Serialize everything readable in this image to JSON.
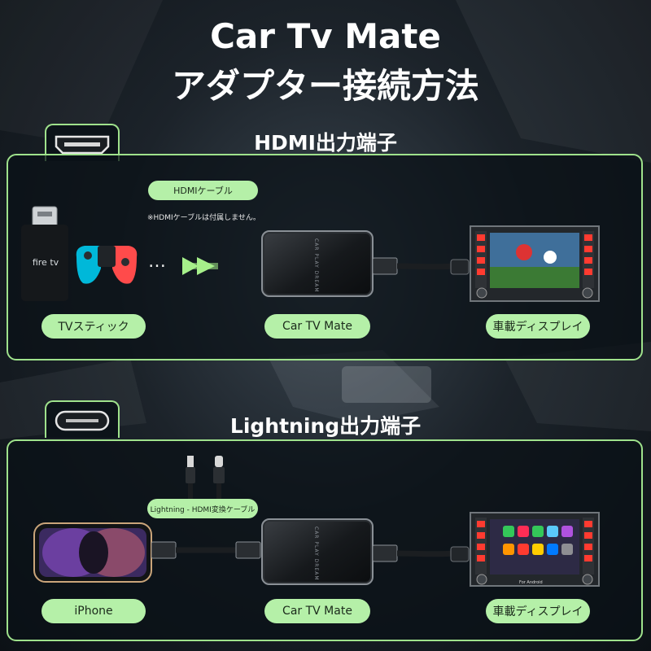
{
  "header": {
    "title_line1": "Car Tv Mate",
    "title_line2": "アダプター接続方法"
  },
  "hdmi_section": {
    "title": "HDMI出力端子",
    "cable_label": "HDMIケーブル",
    "cable_note": "※HDMIケーブルは付属しません。",
    "ellipsis": "…",
    "fire_tv_logo": "fire tv",
    "labels": {
      "source": "TVスティック",
      "adapter": "Car TV Mate",
      "display": "車載ディスプレイ"
    }
  },
  "lightning_section": {
    "title": "Lightning出力端子",
    "cable_label": "Lightning - HDMI変換ケーブル",
    "labels": {
      "source": "iPhone",
      "adapter": "Car TV Mate",
      "display": "車載ディスプレイ"
    },
    "display_caption": "For Android"
  },
  "device_brand": "CAR PLAY DREAM",
  "colors": {
    "accent": "#9fe28c",
    "pill": "#b5f0a8",
    "arrow": "#a6f08a",
    "joycon_left": "#00b8d9",
    "joycon_right": "#ff4b4b"
  }
}
